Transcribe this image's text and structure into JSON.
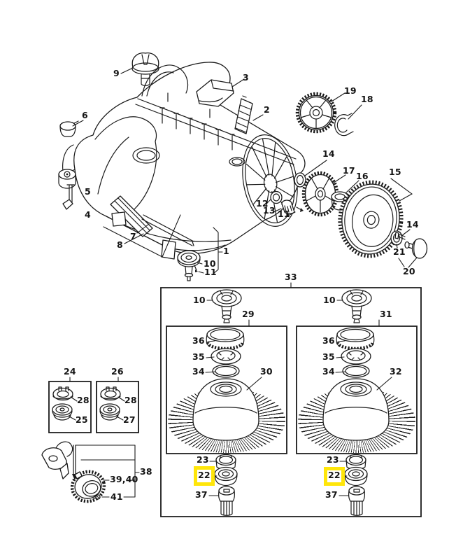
{
  "diagram": {
    "kind": "exploded-parts-diagram",
    "background_color": "#ffffff",
    "line_color": "#1a1a1a",
    "highlight_color": "#ffe60a",
    "highlighted_part": "22"
  },
  "parts": {
    "1": "1",
    "2": "2",
    "3": "3",
    "4": "4",
    "5": "5",
    "6": "6",
    "7": "7",
    "8": "8",
    "9": "9",
    "10": "10",
    "11": "11",
    "12": "12",
    "13": "13",
    "14": "14",
    "15": "15",
    "16": "16",
    "17": "17",
    "18": "18",
    "19": "19",
    "20": "20",
    "21": "21",
    "22": "22",
    "23": "23",
    "24": "24",
    "25": "25",
    "26": "26",
    "27": "27",
    "28": "28",
    "29": "29",
    "30": "30",
    "31": "31",
    "32": "32",
    "33": "33",
    "34": "34",
    "35": "35",
    "36": "36",
    "37": "37",
    "38": "38",
    "39_40": "39,40",
    "41": "41"
  }
}
